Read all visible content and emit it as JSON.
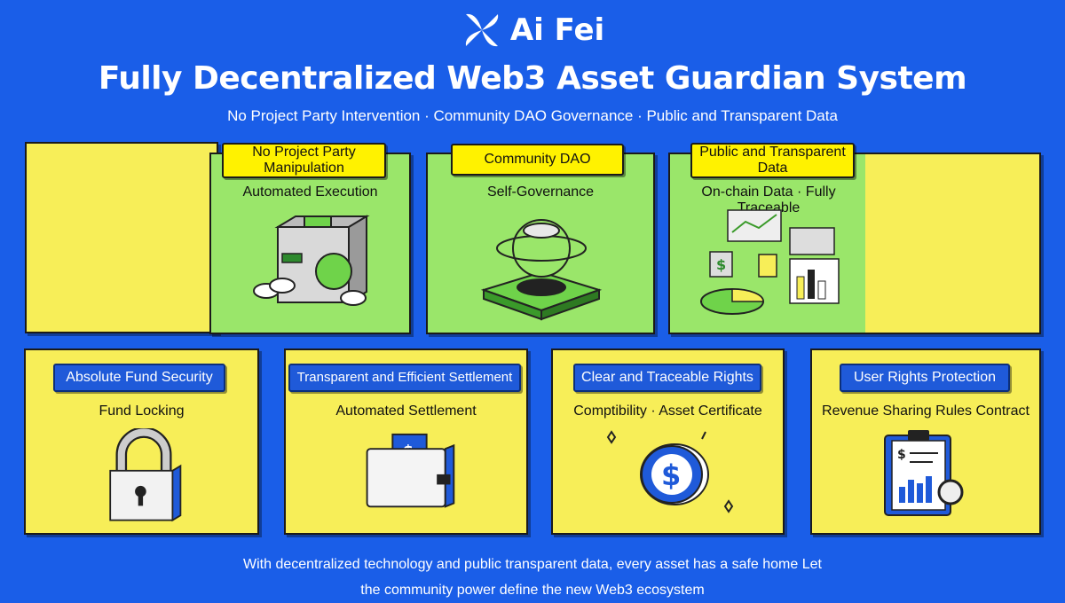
{
  "brand": {
    "name": "Ai Fei",
    "icon": "pinwheel-logo-icon"
  },
  "header": {
    "title": "Fully Decentralized Web3 Asset Guardian System",
    "subtitle": "No Project Party Intervention · Community DAO Governance · Public and Transparent Data"
  },
  "top_cards": [
    {
      "badge": "No Project Party Manipulation",
      "caption": "Automated Execution",
      "icon": "vault-machine-icon"
    },
    {
      "badge": "Community DAO",
      "caption": "Self-Governance",
      "icon": "globe-pedestal-icon"
    },
    {
      "badge": "Public and Transparent Data",
      "caption": "On-chain Data · Fully Traceable",
      "icon": "data-dashboard-icon"
    }
  ],
  "bottom_cards": [
    {
      "badge": "Absolute Fund Security",
      "caption": "Fund Locking",
      "icon": "padlock-icon"
    },
    {
      "badge": "Transparent and Efficient Settlement",
      "caption": "Automated Settlement",
      "icon": "wallet-icon"
    },
    {
      "badge": "Clear and Traceable Rights",
      "caption": "Comptibility · Asset Certificate",
      "icon": "dollar-coin-icon"
    },
    {
      "badge": "User Rights Protection",
      "caption": "Revenue Sharing Rules Contract",
      "icon": "contract-clipboard-icon"
    }
  ],
  "footer": {
    "line1": "With decentralized technology and public transparent data, every asset has a safe home Let",
    "line2": "the community power define the new Web3 ecosystem"
  },
  "colors": {
    "background": "#1a5ee8",
    "card_yellow": "#f7ee58",
    "card_green": "#9ae66a",
    "badge_yellow": "#fff200",
    "badge_blue": "#1f5ad9"
  }
}
